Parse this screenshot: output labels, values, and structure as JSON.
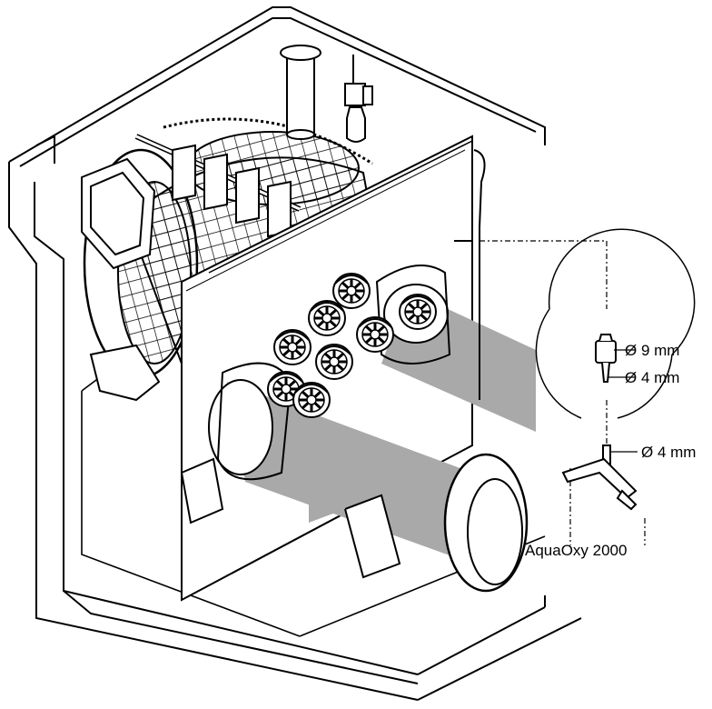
{
  "labels": {
    "d9": "Ø 9 mm",
    "d4_top": "Ø 4 mm",
    "d4_right": "Ø 4 mm",
    "product": "AquaOxy 2000"
  },
  "colors": {
    "line": "#000000",
    "tube": "#a9a9a9",
    "fill": "#ffffff"
  }
}
